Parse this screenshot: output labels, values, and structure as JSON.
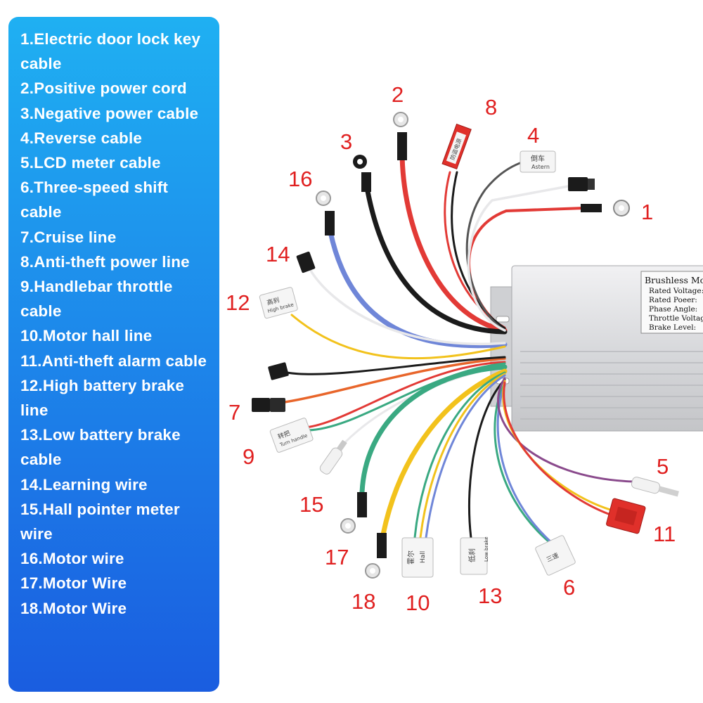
{
  "legend": {
    "items": [
      "1.Electric door lock key cable",
      "2.Positive power cord",
      "3.Negative power cable",
      "4.Reverse cable",
      "5.LCD meter cable",
      "6.Three-speed shift cable",
      "7.Cruise line",
      "8.Anti-theft power line",
      "9.Handlebar throttle cable",
      "10.Motor hall line",
      "11.Anti-theft alarm cable",
      "12.High battery brake line",
      "13.Low battery brake cable",
      "14.Learning wire",
      "15.Hall pointer meter wire",
      "16.Motor wire",
      "17.Motor Wire",
      "18.Motor Wire"
    ]
  },
  "controller": {
    "label_lines": [
      "Brushless Mot",
      "Rated Voltage:",
      "Rated Poeer:",
      "Phase Angle:",
      "Throttle Voltag",
      "Brake Level:"
    ]
  },
  "connector_tags": {
    "antitheft_power": "防盗电源",
    "reverse_cn": "倒车",
    "reverse_en": "Astern",
    "high_brake_cn": "高刹",
    "high_brake_en": "High brake",
    "throttle_cn": "转把",
    "throttle_en": "Turn handle",
    "hall_cn": "霍尔",
    "hall_en": "Hall",
    "low_brake_cn": "低刹",
    "low_brake_en": "Low brake",
    "three_speed_cn": "三速"
  },
  "callouts": {
    "n1": "1",
    "n2": "2",
    "n3": "3",
    "n4": "4",
    "n5": "5",
    "n6": "6",
    "n7": "7",
    "n8": "8",
    "n9": "9",
    "n10": "10",
    "n11": "11",
    "n12": "12",
    "n13": "13",
    "n14": "14",
    "n15": "15",
    "n16": "16",
    "n17": "17",
    "n18": "18"
  },
  "colors": {
    "panel_top": "#1fb0f2",
    "panel_bottom": "#1a5de0",
    "callout_red": "#e02020",
    "wire_red": "#e23a36",
    "wire_black": "#1b1b1b",
    "wire_blue": "#6f86d8",
    "wire_yellow": "#f2c21c",
    "wire_green": "#3aa982",
    "wire_white": "#e8e8ea",
    "wire_purple": "#8a4a8c",
    "wire_orange": "#e8652a"
  }
}
